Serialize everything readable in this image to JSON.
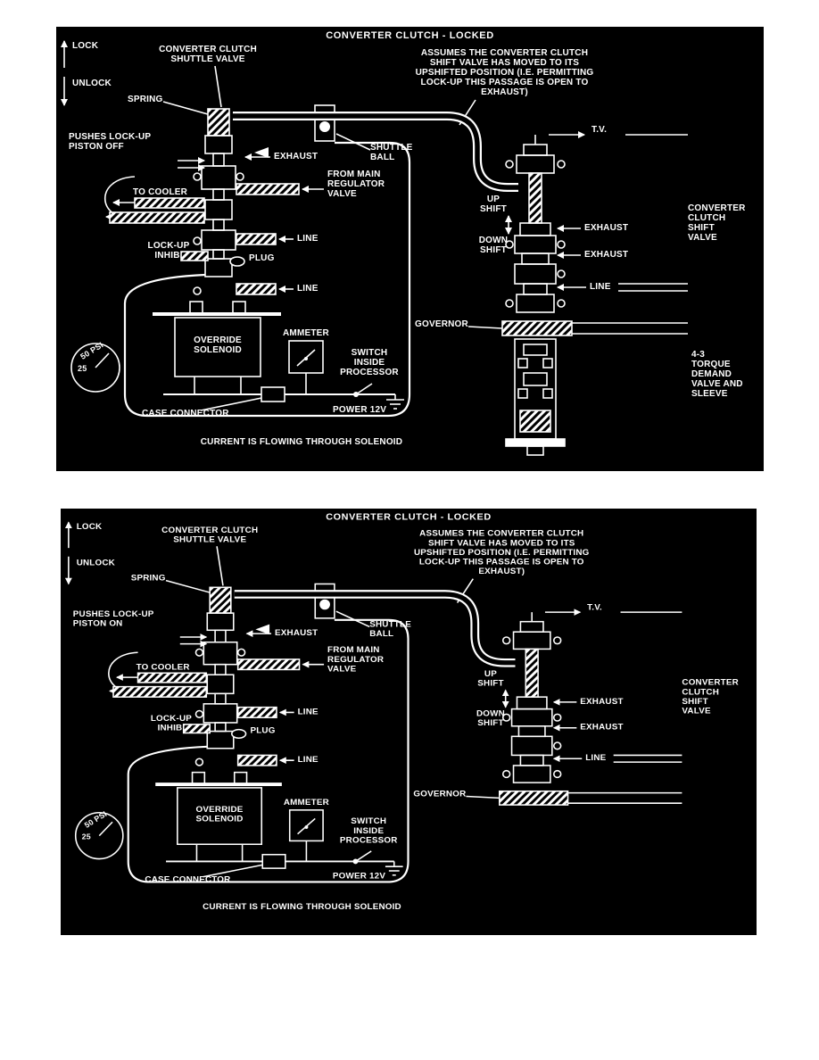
{
  "doc": {
    "background": "#ffffff",
    "panel_bg": "#000000",
    "ink": "#ffffff"
  },
  "panels": [
    {
      "title": "CONVERTER CLUTCH - LOCKED",
      "labels": {
        "lock": "LOCK",
        "unlock": "UNLOCK",
        "shuttle_valve": "CONVERTER CLUTCH\nSHUTTLE VALVE",
        "spring": "SPRING",
        "pushes": "PUSHES LOCK-UP\nPISTON OFF",
        "exhaust_left": "EXHAUST",
        "to_cooler": "TO COOLER",
        "from_main": "FROM MAIN\nREGULATOR\nVALVE",
        "shuttle_ball": "SHUTTLE\nBALL",
        "lockup_inhib": "LOCK-UP\nINHIB.",
        "line_1": "LINE",
        "plug": "PLUG",
        "line_2": "LINE",
        "override_solenoid": "OVERRIDE\nSOLENOID",
        "ammeter": "AMMETER",
        "switch": "SWITCH\nINSIDE\nPROCESSOR",
        "gauge_psi": "50 PSI",
        "gauge_25": "25",
        "case_connector": "CASE CONNECTOR",
        "power": "POWER 12V",
        "caption": "CURRENT IS FLOWING THROUGH SOLENOID",
        "assumes": "ASSUMES THE CONVERTER CLUTCH\nSHIFT VALVE HAS MOVED TO ITS\nUPSHIFTED POSITION (I.E. PERMITTING\nLOCK-UP THIS PASSAGE IS OPEN TO\nEXHAUST)",
        "tv": "T.V.",
        "up_shift": "UP\nSHIFT",
        "down_shift": "DOWN\nSHIFT",
        "exhaust_r1": "EXHAUST",
        "exhaust_r2": "EXHAUST",
        "line_right": "LINE",
        "shift_valve": "CONVERTER\nCLUTCH\nSHIFT\nVALVE",
        "governor": "GOVERNOR",
        "torque_demand": "4-3\nTORQUE\nDEMAND\nVALVE AND\nSLEEVE"
      }
    },
    {
      "title": "CONVERTER CLUTCH - LOCKED",
      "labels": {
        "lock": "LOCK",
        "unlock": "UNLOCK",
        "shuttle_valve": "CONVERTER CLUTCH\nSHUTTLE VALVE",
        "spring": "SPRING",
        "pushes": "PUSHES LOCK-UP\nPISTON ON",
        "exhaust_left": "EXHAUST",
        "to_cooler": "TO COOLER",
        "from_main": "FROM MAIN\nREGULATOR\nVALVE",
        "shuttle_ball": "SHUTTLE\nBALL",
        "lockup_inhib": "LOCK-UP\nINHIB.",
        "line_1": "LINE",
        "plug": "PLUG",
        "line_2": "LINE",
        "override_solenoid": "OVERRIDE\nSOLENOID",
        "ammeter": "AMMETER",
        "switch": "SWITCH\nINSIDE\nPROCESSOR",
        "gauge_psi": "50 PSI",
        "gauge_25": "25",
        "case_connector": "CASE CONNECTOR",
        "power": "POWER 12V",
        "caption": "CURRENT IS FLOWING THROUGH SOLENOID",
        "assumes": "ASSUMES THE CONVERTER CLUTCH\nSHIFT VALVE HAS MOVED TO ITS\nUPSHIFTED POSITION (I.E. PERMITTING\nLOCK-UP THIS PASSAGE IS OPEN TO\nEXHAUST)",
        "tv": "T.V.",
        "up_shift": "UP\nSHIFT",
        "down_shift": "DOWN\nSHIFT",
        "exhaust_r1": "EXHAUST",
        "exhaust_r2": "EXHAUST",
        "line_right": "LINE",
        "shift_valve": "CONVERTER\nCLUTCH\nSHIFT\nVALVE",
        "governor": "GOVERNOR"
      }
    }
  ]
}
